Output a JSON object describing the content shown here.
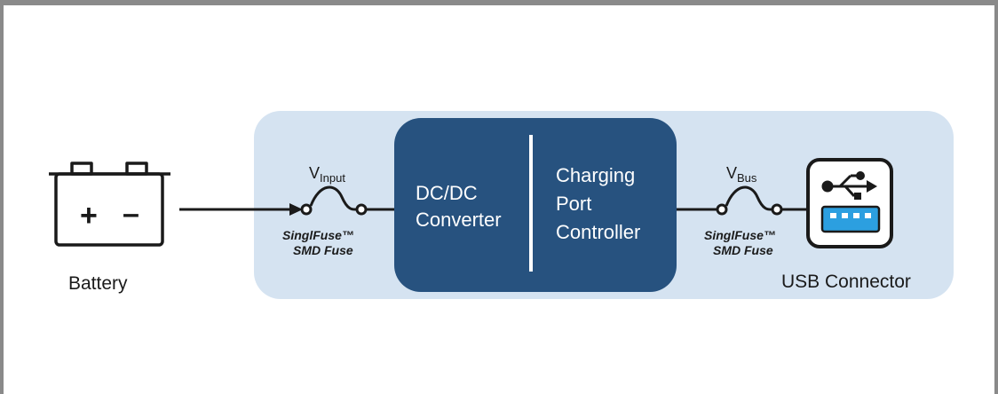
{
  "battery": {
    "label": "Battery",
    "icon": "battery-icon",
    "plus": "+",
    "minus": "–"
  },
  "input_fuse": {
    "voltage_main": "V",
    "voltage_sub": "Input",
    "name_line1": "SinglFuse™",
    "name_line2": "SMD Fuse",
    "icon": "fuse-icon"
  },
  "converter": {
    "line1": "DC/DC",
    "line2": "Converter"
  },
  "controller": {
    "line1": "Charging",
    "line2": "Port",
    "line3": "Controller"
  },
  "bus_fuse": {
    "voltage_main": "V",
    "voltage_sub": "Bus",
    "name_line1": "SinglFuse™",
    "name_line2": "SMD Fuse",
    "icon": "fuse-icon"
  },
  "usb": {
    "label": "USB Connector",
    "icon": "usb-icon"
  },
  "colors": {
    "panel": "#d5e3f1",
    "block": "#27527f",
    "usb_port": "#2c9fe0",
    "frame": "#8a8a8a",
    "line": "#1a1a1a"
  }
}
